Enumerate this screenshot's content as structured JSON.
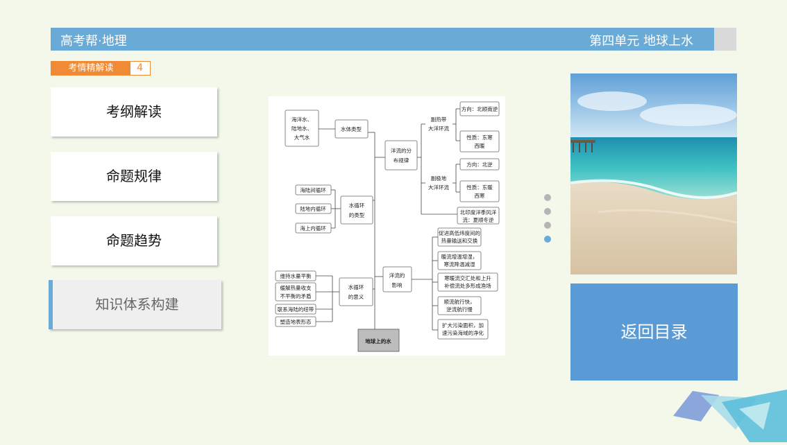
{
  "header": {
    "app_title": "高考帮·地理",
    "unit_title": "第四单元 地球上水"
  },
  "section_tag": {
    "label": "考情精解读",
    "number": "4"
  },
  "nav": [
    {
      "label": "考纲解读"
    },
    {
      "label": "命题规律"
    },
    {
      "label": "命题趋势"
    },
    {
      "label": "知识体系构建"
    }
  ],
  "return_button": "返回目录",
  "mindmap": {
    "root": "地球上的水",
    "water_types": {
      "label": "水体类型",
      "items": [
        "海洋水、",
        "陆地水、",
        "大气水"
      ]
    },
    "cycle_types": {
      "label1": "水循环",
      "label2": "的类型",
      "items": [
        "海陆间循环",
        "陆地内循环",
        "海上内循环"
      ]
    },
    "cycle_meaning": {
      "label1": "水循环",
      "label2": "的意义",
      "items": [
        "维持水量平衡",
        "缓解热量收支",
        "不平衡的矛盾",
        "联系海陆的纽带",
        "塑造地表形态"
      ]
    },
    "current_dist": {
      "label1": "洋流的分",
      "label2": "布规律",
      "subtropical": {
        "l1": "副热带",
        "l2": "大洋环流",
        "dir": "方向：北顺南逆",
        "nature1": "性质：东寒",
        "nature2": "西暖"
      },
      "subpolar": {
        "l1": "副极地",
        "l2": "大洋环流",
        "dir": "方向：北逆",
        "nature1": "性质：东暖",
        "nature2": "西寒"
      },
      "monsoon": {
        "l1": "北印度洋季风洋",
        "l2": "流：夏顺冬逆"
      }
    },
    "current_effect": {
      "label1": "洋流的",
      "label2": "影响",
      "items": [
        [
          "促进高低纬度间的",
          "热量输送和交换"
        ],
        [
          "暖流增温增湿，",
          "寒流降温减湿"
        ],
        [
          "寒暖流交汇处和上升",
          "补偿流处多形成渔场"
        ],
        [
          "顺流航行快，",
          "逆流航行慢"
        ],
        [
          "扩大污染面积，加",
          "速污染海域的净化"
        ]
      ]
    }
  }
}
